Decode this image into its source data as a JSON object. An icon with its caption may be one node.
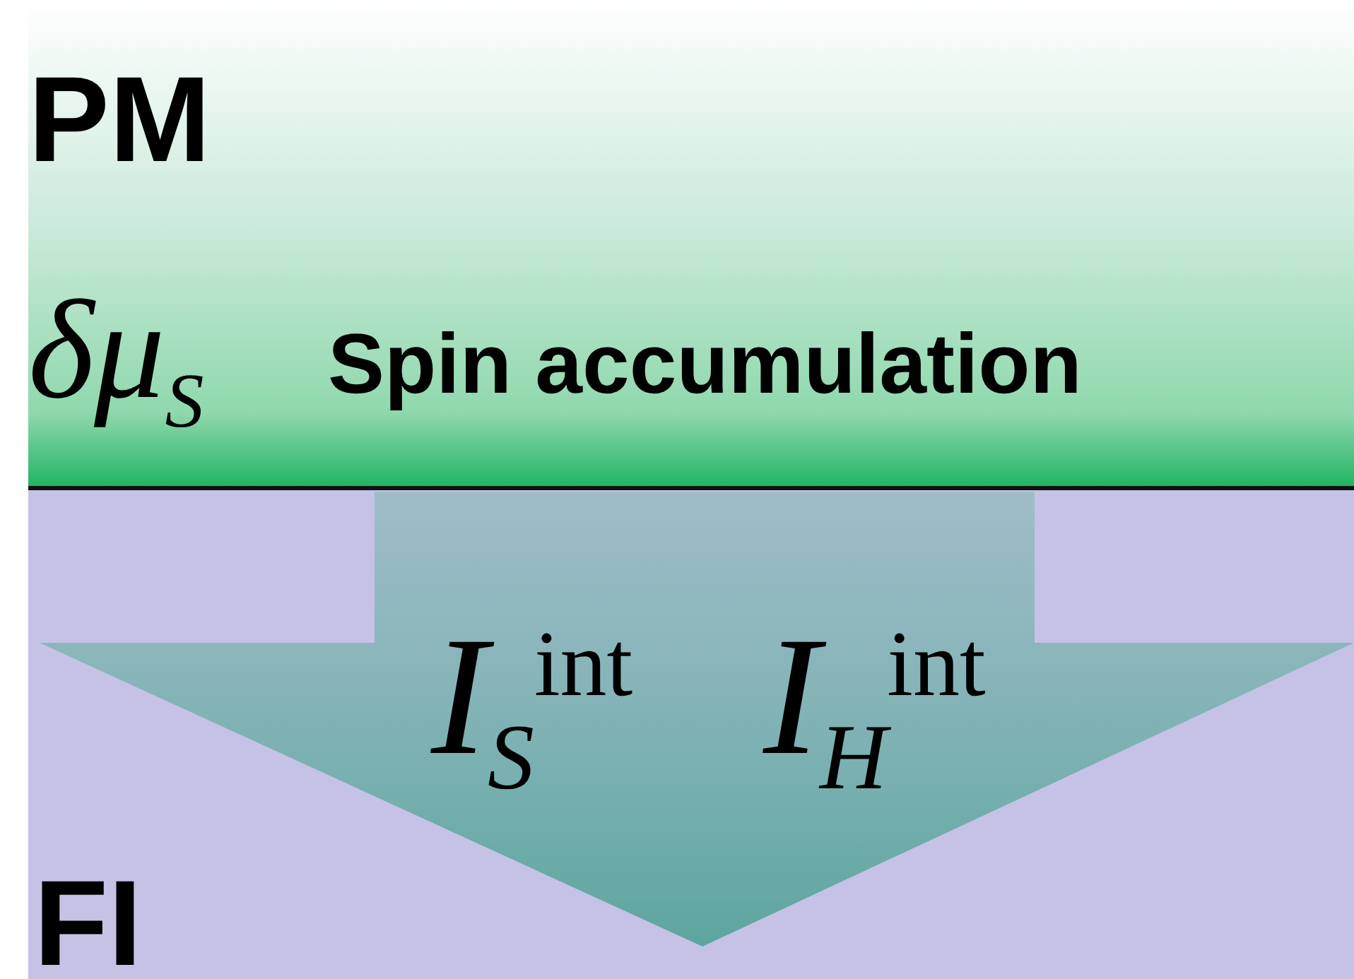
{
  "diagram": {
    "nodes": [
      {
        "text": [
          "PM",
          "δμ$_{S}$",
          "Spin accumulation"
        ]
      },
      {
        "text": [
          "FI"
        ]
      },
      {
        "text": [
          "I$_{S}$$^{int}$",
          "I$_{H}$$^{int}$"
        ]
      }
    ]
  }
}
